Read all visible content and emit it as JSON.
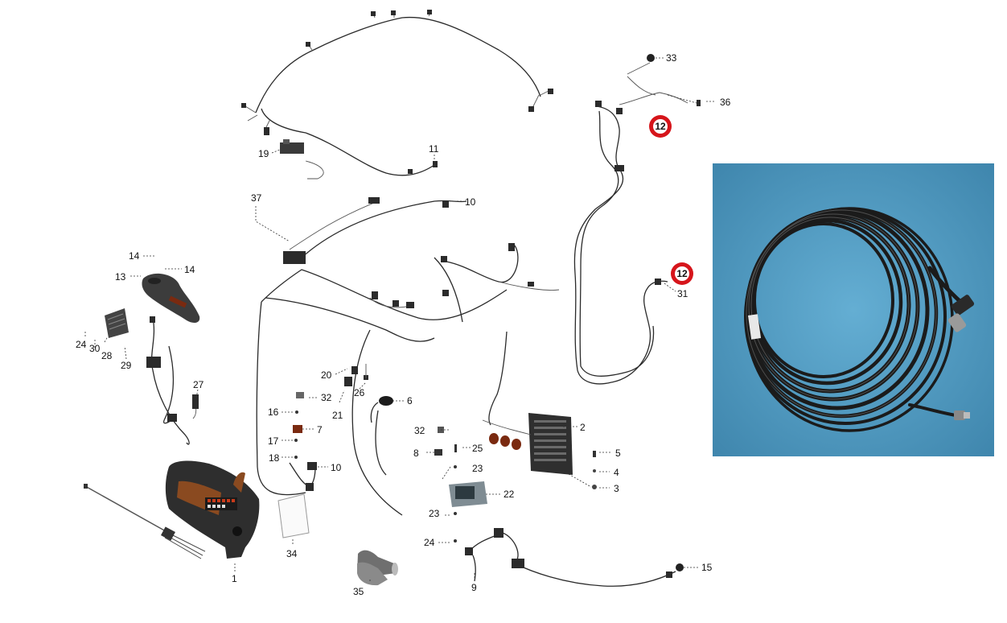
{
  "colors": {
    "highlight_badge": "#d6151b",
    "photo_background": "#4e9cc4",
    "cable": "#1e1e1e"
  },
  "callouts": [
    {
      "id": "c1",
      "label": "1"
    },
    {
      "id": "c2",
      "label": "2"
    },
    {
      "id": "c3",
      "label": "3"
    },
    {
      "id": "c4",
      "label": "4"
    },
    {
      "id": "c5",
      "label": "5"
    },
    {
      "id": "c6",
      "label": "6"
    },
    {
      "id": "c7",
      "label": "7"
    },
    {
      "id": "c8",
      "label": "8"
    },
    {
      "id": "c9",
      "label": "9"
    },
    {
      "id": "c10a",
      "label": "10"
    },
    {
      "id": "c10b",
      "label": "10"
    },
    {
      "id": "c11",
      "label": "11"
    },
    {
      "id": "c13",
      "label": "13"
    },
    {
      "id": "c14a",
      "label": "14"
    },
    {
      "id": "c14b",
      "label": "14"
    },
    {
      "id": "c15",
      "label": "15"
    },
    {
      "id": "c16",
      "label": "16"
    },
    {
      "id": "c17",
      "label": "17"
    },
    {
      "id": "c18",
      "label": "18"
    },
    {
      "id": "c19",
      "label": "19"
    },
    {
      "id": "c20",
      "label": "20"
    },
    {
      "id": "c21",
      "label": "21"
    },
    {
      "id": "c22",
      "label": "22"
    },
    {
      "id": "c23a",
      "label": "23"
    },
    {
      "id": "c23b",
      "label": "23"
    },
    {
      "id": "c24a",
      "label": "24"
    },
    {
      "id": "c24b",
      "label": "24"
    },
    {
      "id": "c25",
      "label": "25"
    },
    {
      "id": "c26",
      "label": "26"
    },
    {
      "id": "c27",
      "label": "27"
    },
    {
      "id": "c28",
      "label": "28"
    },
    {
      "id": "c29",
      "label": "29"
    },
    {
      "id": "c30",
      "label": "30"
    },
    {
      "id": "c31",
      "label": "31"
    },
    {
      "id": "c32a",
      "label": "32"
    },
    {
      "id": "c32b",
      "label": "32"
    },
    {
      "id": "c33",
      "label": "33"
    },
    {
      "id": "c34",
      "label": "34"
    },
    {
      "id": "c35",
      "label": "35"
    },
    {
      "id": "c36",
      "label": "36"
    },
    {
      "id": "c37",
      "label": "37"
    }
  ],
  "highlights": [
    {
      "id": "h12a",
      "label": "12"
    },
    {
      "id": "h12b",
      "label": "12"
    }
  ],
  "photo": {
    "subject_icon": "coiled-cable-photo-icon"
  }
}
